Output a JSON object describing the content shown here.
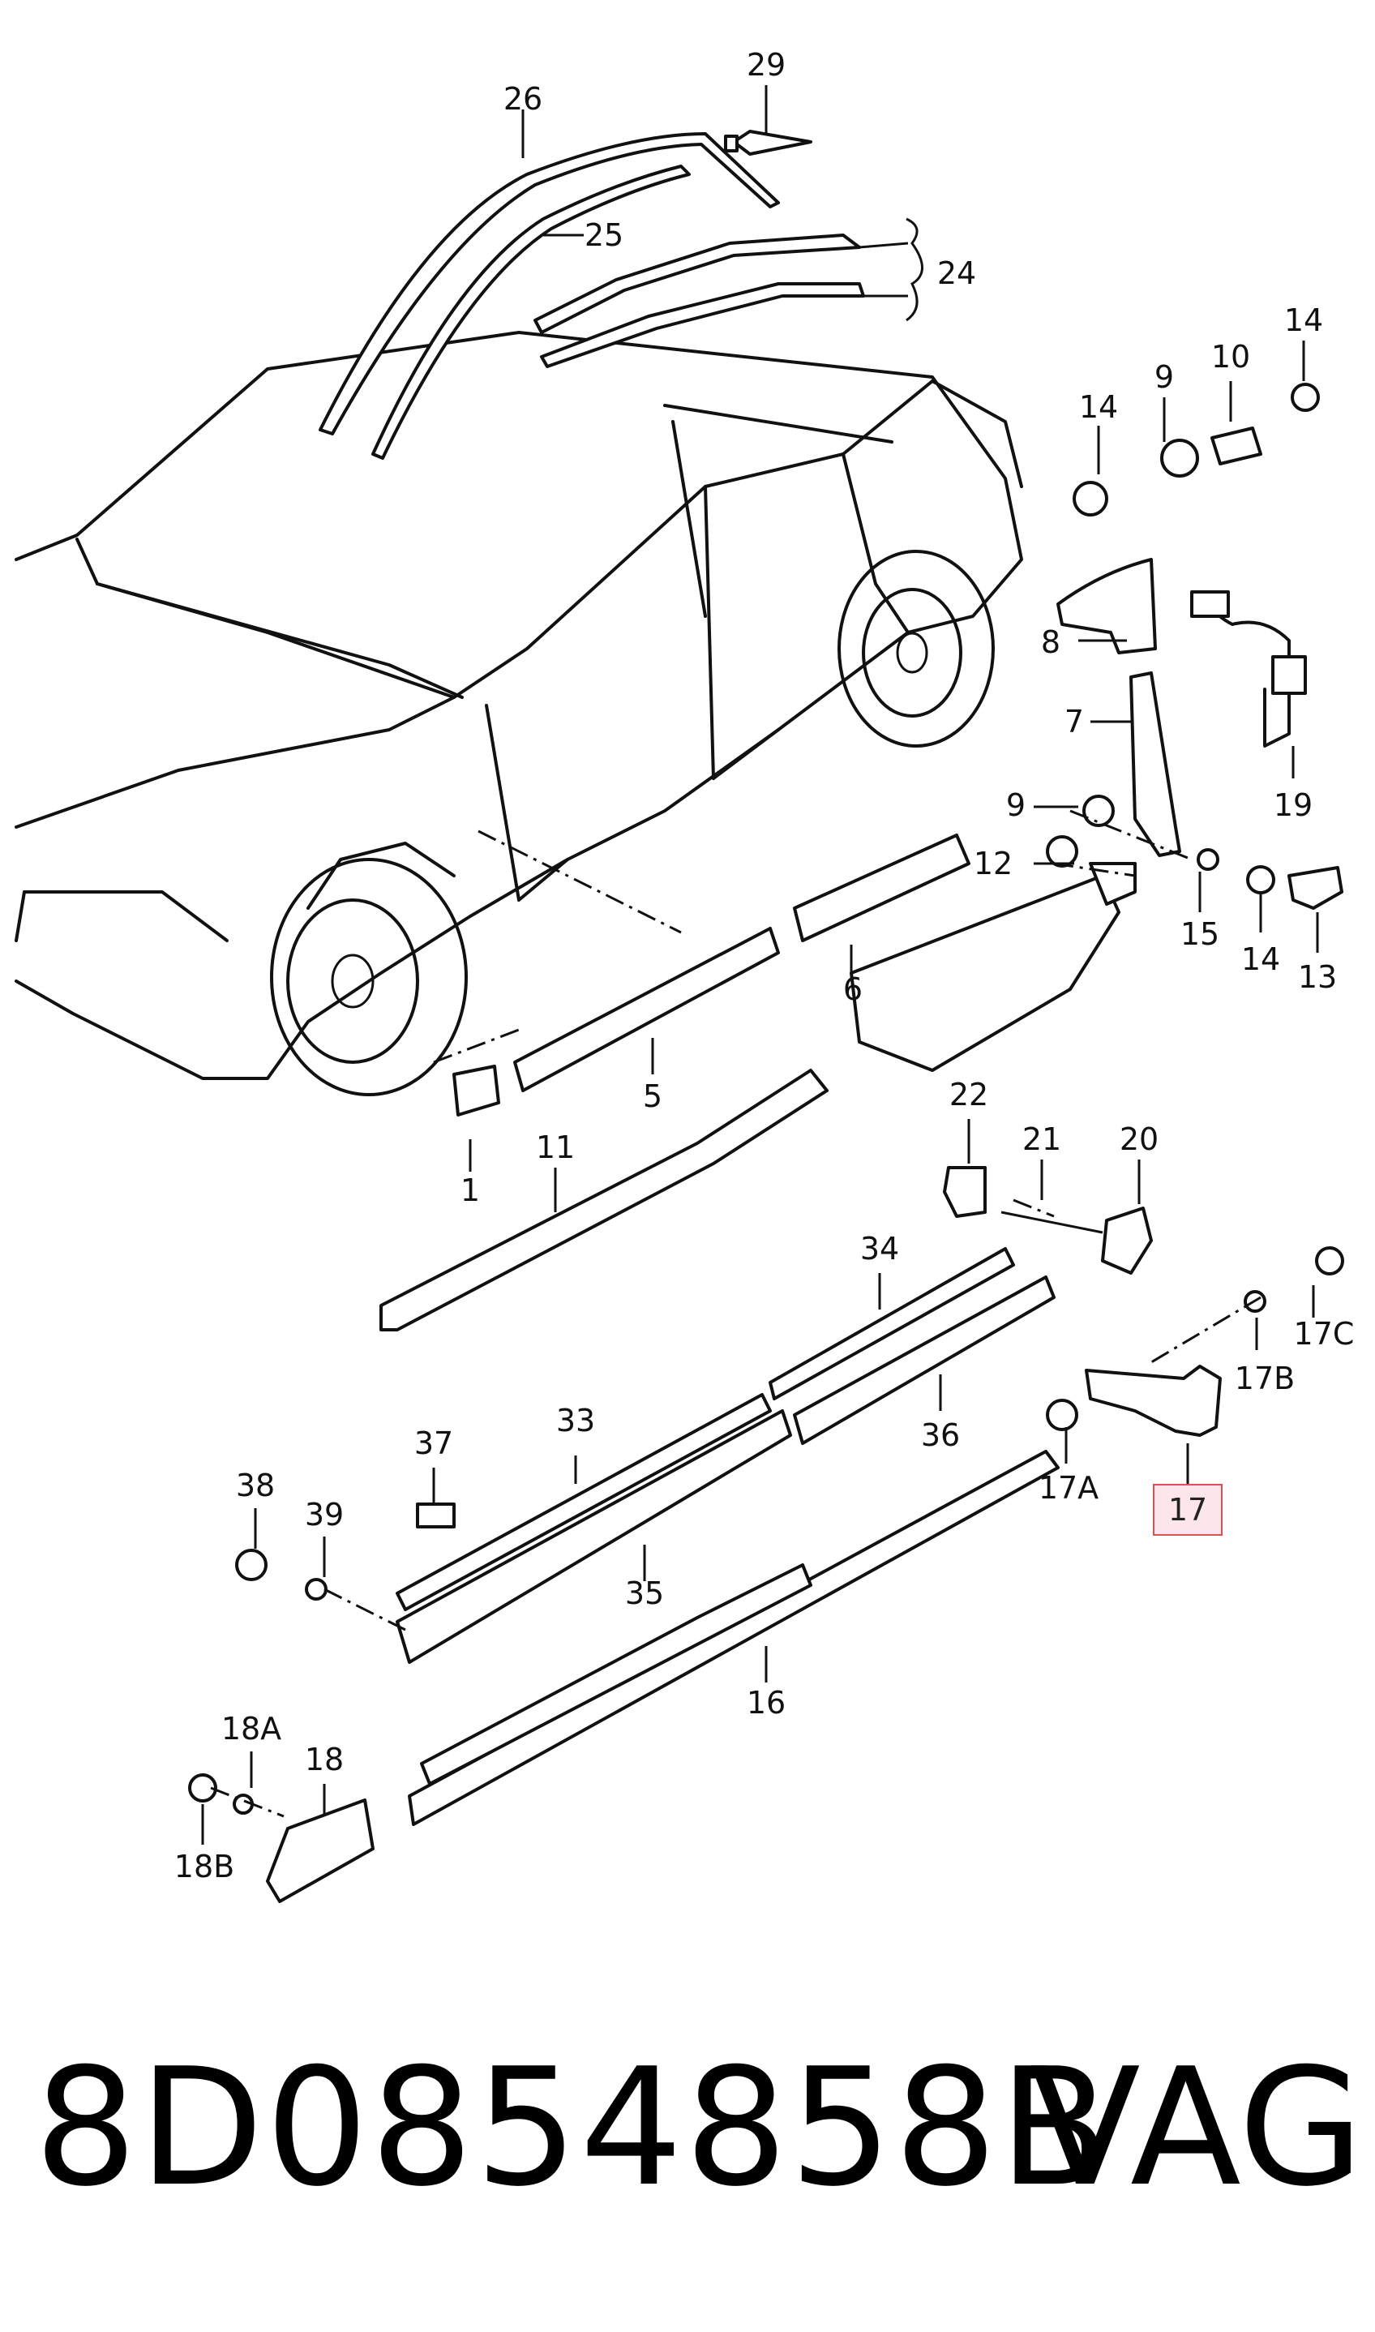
{
  "callouts": [
    {
      "id": "c29",
      "text": "29"
    },
    {
      "id": "c26",
      "text": "26"
    },
    {
      "id": "c25",
      "text": "25"
    },
    {
      "id": "c24",
      "text": "24"
    },
    {
      "id": "c14a",
      "text": "14"
    },
    {
      "id": "c9a",
      "text": "9"
    },
    {
      "id": "c10",
      "text": "10"
    },
    {
      "id": "c14b",
      "text": "14"
    },
    {
      "id": "c8",
      "text": "8"
    },
    {
      "id": "c7",
      "text": "7"
    },
    {
      "id": "c19",
      "text": "19"
    },
    {
      "id": "c9b",
      "text": "9"
    },
    {
      "id": "c12",
      "text": "12"
    },
    {
      "id": "c15",
      "text": "15"
    },
    {
      "id": "c14c",
      "text": "14"
    },
    {
      "id": "c13",
      "text": "13"
    },
    {
      "id": "c6",
      "text": "6"
    },
    {
      "id": "c5",
      "text": "5"
    },
    {
      "id": "c1",
      "text": "1"
    },
    {
      "id": "c11",
      "text": "11"
    },
    {
      "id": "c22",
      "text": "22"
    },
    {
      "id": "c21",
      "text": "21"
    },
    {
      "id": "c20",
      "text": "20"
    },
    {
      "id": "c34",
      "text": "34"
    },
    {
      "id": "c17C",
      "text": "17C"
    },
    {
      "id": "c17B",
      "text": "17B"
    },
    {
      "id": "c36",
      "text": "36"
    },
    {
      "id": "c17A",
      "text": "17A"
    },
    {
      "id": "c33",
      "text": "33"
    },
    {
      "id": "c37",
      "text": "37"
    },
    {
      "id": "c38",
      "text": "38"
    },
    {
      "id": "c39",
      "text": "39"
    },
    {
      "id": "c35",
      "text": "35"
    },
    {
      "id": "c16",
      "text": "16"
    },
    {
      "id": "c18A",
      "text": "18A"
    },
    {
      "id": "c18",
      "text": "18"
    },
    {
      "id": "c18B",
      "text": "18B"
    }
  ],
  "highlight": {
    "text": "17",
    "color": "#d9534f"
  },
  "footer": {
    "part_number": "8D0854858B",
    "brand": "VAG"
  }
}
